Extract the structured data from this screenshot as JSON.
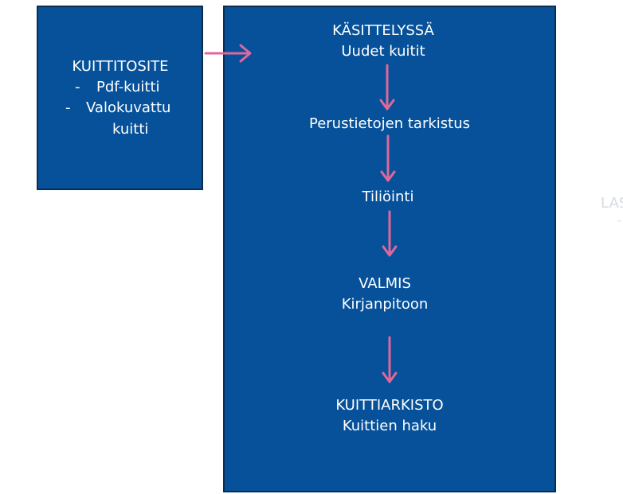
{
  "receipt": {
    "title": "KUITTITOSITE",
    "items": [
      {
        "bullet": "-",
        "text": "Pdf-kuitti"
      },
      {
        "bullet": "-",
        "text": "Valokuvattu"
      },
      {
        "bullet": "",
        "text": "kuitti"
      }
    ]
  },
  "process": {
    "steps": [
      {
        "line1": "KÄSITTELYSSÄ",
        "line2": "Uudet kuitit"
      },
      {
        "line1": "Perustietojen tarkistus",
        "line2": ""
      },
      {
        "line1": "Tiliöinti",
        "line2": ""
      },
      {
        "line1": "VALMIS",
        "line2": "Kirjanpitoon"
      },
      {
        "line1": "KUITTIARKISTO",
        "line2": "Kuittien haku"
      }
    ]
  },
  "offscreen": {
    "fragment1": "LAS",
    "fragment2": "-"
  },
  "colors": {
    "box_fill": "#06519a",
    "box_border": "#0b2e4f",
    "arrow": "#e0679b",
    "text": "#ffffff"
  }
}
